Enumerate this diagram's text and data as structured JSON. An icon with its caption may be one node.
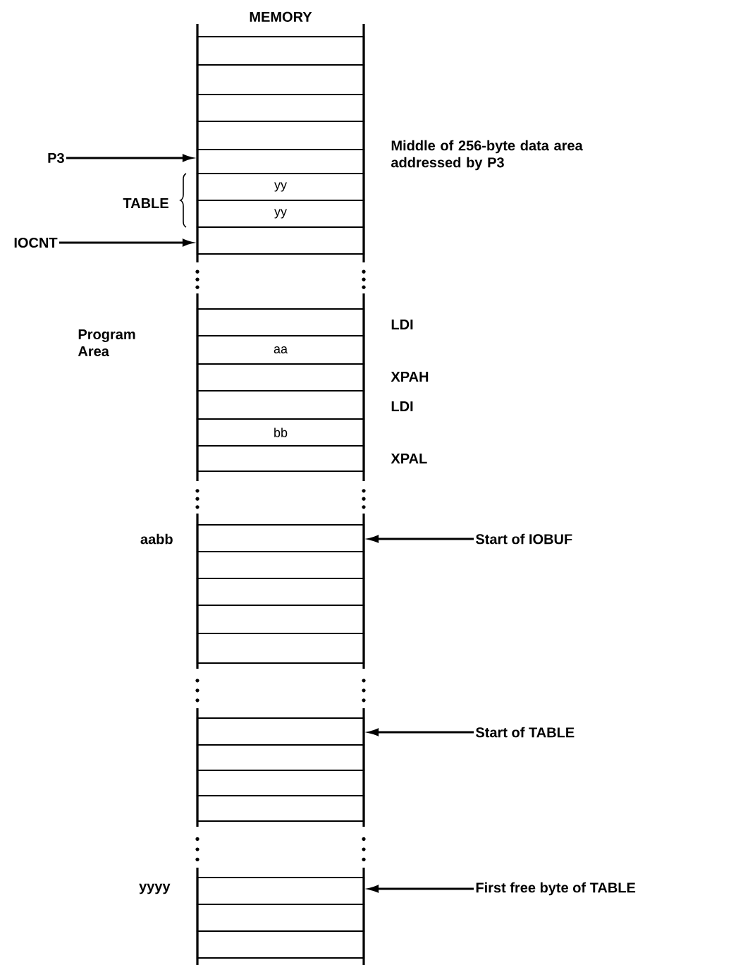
{
  "diagram": {
    "title": "MEMORY",
    "nodes": [
      {
        "text": [],
        "shape": "box"
      },
      {
        "text": [],
        "shape": "box"
      },
      {
        "text": [],
        "shape": "box"
      },
      {
        "text": [],
        "shape": "box"
      },
      {
        "text": [],
        "shape": "box"
      },
      {
        "text": [
          "yy"
        ]
      },
      {
        "text": [
          "yy"
        ]
      },
      {
        "text": [],
        "shape": "box"
      },
      {
        "text": [],
        "shape": "box"
      },
      {
        "text": [
          "aa"
        ]
      },
      {
        "text": [],
        "shape": "box"
      },
      {
        "text": [],
        "shape": "box"
      },
      {
        "text": [
          "bb"
        ]
      },
      {
        "text": [],
        "shape": "box"
      },
      {
        "text": [],
        "shape": "box"
      },
      {
        "text": [],
        "shape": "box"
      },
      {
        "text": [],
        "shape": "box"
      },
      {
        "text": [],
        "shape": "box"
      },
      {
        "text": [],
        "shape": "box"
      },
      {
        "text": [],
        "shape": "box"
      },
      {
        "text": [],
        "shape": "box"
      },
      {
        "text": [],
        "shape": "box"
      },
      {
        "text": [],
        "shape": "box"
      },
      {
        "text": [],
        "shape": "box"
      },
      {
        "text": [],
        "shape": "box"
      },
      {
        "text": [],
        "shape": "box"
      },
      {
        "text": [
          "P3"
        ]
      },
      {
        "text": [
          "IOCNT"
        ]
      },
      {
        "text": [
          "Start of IOBUF"
        ]
      },
      {
        "text": [
          "Start of TABLE"
        ]
      },
      {
        "text": [
          "First free byte of TABLE"
        ]
      }
    ],
    "edges": [
      {
        "from": 26,
        "to": 4,
        "arrow": "to"
      },
      {
        "from": 27,
        "to": 7,
        "arrow": "to"
      },
      {
        "from": 28,
        "to": 14,
        "arrow": "to"
      },
      {
        "from": 29,
        "to": 19,
        "arrow": "to"
      },
      {
        "from": 30,
        "to": 23,
        "arrow": "to"
      }
    ],
    "labels": [
      "Middle of 256-byte data area addressed by P3",
      "TABLE",
      "Program Area",
      "LDI",
      "XPAH",
      "LDI",
      "XPAL",
      "aabb",
      "yyyy"
    ]
  }
}
